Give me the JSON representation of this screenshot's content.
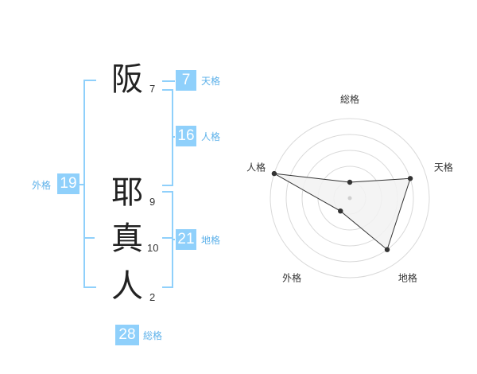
{
  "name": {
    "chars": [
      {
        "char": "阪",
        "strokes": "7"
      },
      {
        "char": "耶",
        "strokes": "9"
      },
      {
        "char": "真",
        "strokes": "10"
      },
      {
        "char": "人",
        "strokes": "2"
      }
    ]
  },
  "kakusu": {
    "tenkaku": {
      "value": "7",
      "label": "天格"
    },
    "jinkaku": {
      "value": "16",
      "label": "人格"
    },
    "chikaku": {
      "value": "21",
      "label": "地格"
    },
    "gaikaku": {
      "value": "19",
      "label": "外格"
    },
    "soukaku": {
      "value": "28",
      "label": "総格"
    }
  },
  "colors": {
    "accent": "#8fd0fb",
    "accent_text": "#5fb2ea",
    "polygon_fill": "#f2f2f2",
    "ring": "#d9d9d9"
  },
  "chart_data": {
    "type": "radar",
    "axes": [
      "総格",
      "天格",
      "地格",
      "外格",
      "人格"
    ],
    "values": [
      1,
      4,
      4,
      1,
      5
    ],
    "rmax": 5,
    "rings": 5
  }
}
